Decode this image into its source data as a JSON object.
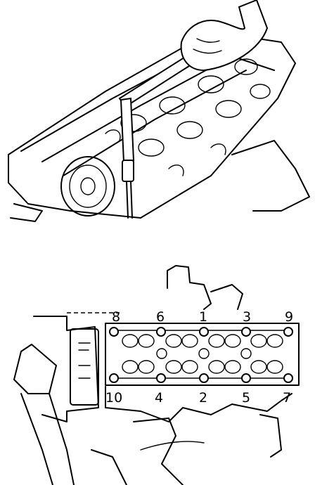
{
  "figure_top": {
    "subject": "engine cylinder head with torque wrench"
  },
  "figure_bottom": {
    "subject": "cylinder head bolt tightening sequence",
    "sequence_labels": {
      "top": [
        "8",
        "6",
        "1",
        "3",
        "9"
      ],
      "bottom": [
        "10",
        "4",
        "2",
        "5",
        "7"
      ]
    }
  }
}
